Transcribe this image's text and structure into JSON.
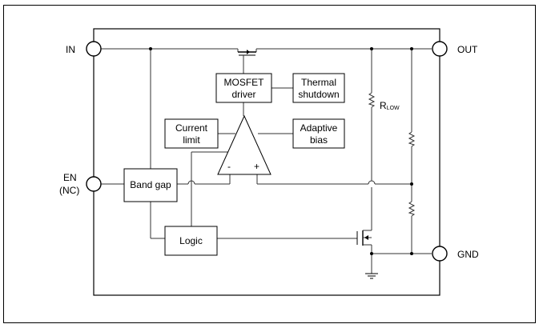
{
  "pins": {
    "in": "IN",
    "out": "OUT",
    "en": "EN",
    "en_alt": "(NC)",
    "gnd": "GND"
  },
  "blocks": {
    "mosfet_driver": [
      "MOSFET",
      "driver"
    ],
    "thermal_shutdown": [
      "Thermal",
      "shutdown"
    ],
    "current_limit": [
      "Current",
      "limit"
    ],
    "adaptive_bias": [
      "Adaptive",
      "bias"
    ],
    "band_gap": "Band gap",
    "logic": "Logic"
  },
  "amplifier": {
    "minus": "-",
    "plus": "+"
  },
  "resistor_label": {
    "main": "R",
    "sub": "LOW"
  }
}
